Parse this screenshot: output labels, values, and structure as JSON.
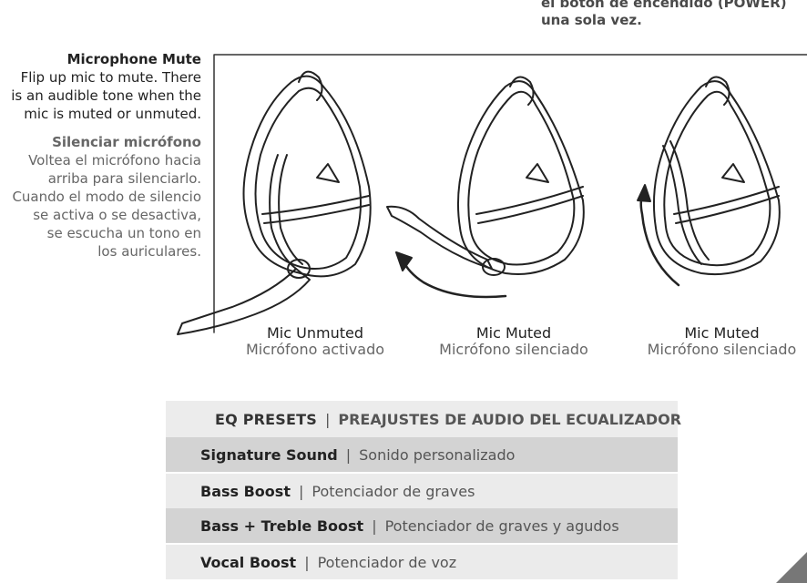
{
  "top_note": {
    "line1": "el botón de encendido (POWER)",
    "line2": "una sola vez."
  },
  "mic_mute": {
    "en_title": "Microphone Mute",
    "en_lines": [
      "Flip up mic to mute. There",
      "is an audible tone when the",
      "mic is muted or unmuted."
    ],
    "es_title": "Silenciar micrófono",
    "es_lines": [
      "Voltea el micrófono hacia",
      "arriba para silenciarlo.",
      "Cuando el modo de silencio",
      "se activa o se desactiva,",
      "se escucha un tono en",
      "los auriculares."
    ]
  },
  "captions": [
    {
      "en": "Mic Unmuted",
      "es": "Micrófono activado"
    },
    {
      "en": "Mic Muted",
      "es": "Micrófono silenciado"
    },
    {
      "en": "Mic Muted",
      "es": "Micrófono silenciado"
    }
  ],
  "eq": {
    "icon": "equalizer-icon",
    "title": "EQ PRESETS",
    "title_es": "PREAJUSTES DE AUDIO DEL ECUALIZADOR",
    "presets": [
      {
        "en": "Signature Sound",
        "es": "Sonido personalizado"
      },
      {
        "en": "Bass Boost",
        "es": "Potenciador de graves"
      },
      {
        "en": "Bass + Treble Boost",
        "es": "Potenciador de graves y agudos"
      },
      {
        "en": "Vocal Boost",
        "es": "Potenciador de voz"
      }
    ]
  },
  "colors": {
    "row_dark": "#d3d3d3",
    "row_light": "#ebebeb",
    "header": "#ececec"
  }
}
